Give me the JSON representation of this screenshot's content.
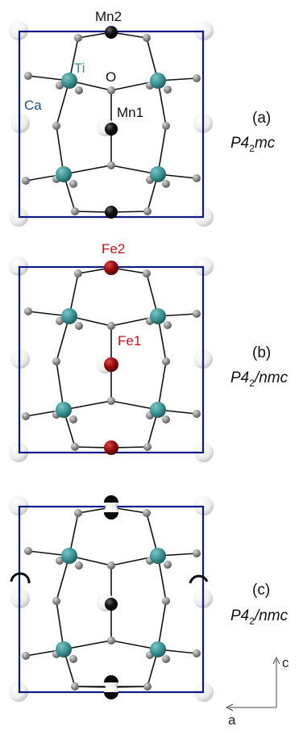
{
  "colors": {
    "cell": "#0d1a8a",
    "bond": "#111111",
    "Ca": "#e8e8e8",
    "Ti": "#3a9393",
    "O": "#8c8c8c",
    "Mn": "#0a0a0a",
    "Fe": "#9a0c0c",
    "ca_label": "#1f4e79",
    "ti_label": "#2f8f8f",
    "fe_label": "#c0141c"
  },
  "panels": [
    {
      "letter": "(a)",
      "space_group": {
        "base": "P4",
        "sub": "2",
        "rest": "mc"
      },
      "labels": {
        "Mn2": "Mn2",
        "Ti": "Ti",
        "O": "O",
        "Ca": "Ca",
        "Mn1": "Mn1"
      },
      "b_site": "Mn"
    },
    {
      "letter": "(b)",
      "space_group": {
        "base": "P4",
        "sub": "2",
        "rest": "/nmc"
      },
      "labels": {
        "Fe2": "Fe2",
        "Fe1": "Fe1"
      },
      "b_site": "Fe"
    },
    {
      "letter": "(c)",
      "space_group": {
        "base": "P4",
        "sub": "2",
        "rest": "/nmc"
      },
      "labels": {},
      "b_site": "Mn-disordered"
    }
  ],
  "axes": {
    "vertical": "c",
    "horizontal": "a"
  }
}
